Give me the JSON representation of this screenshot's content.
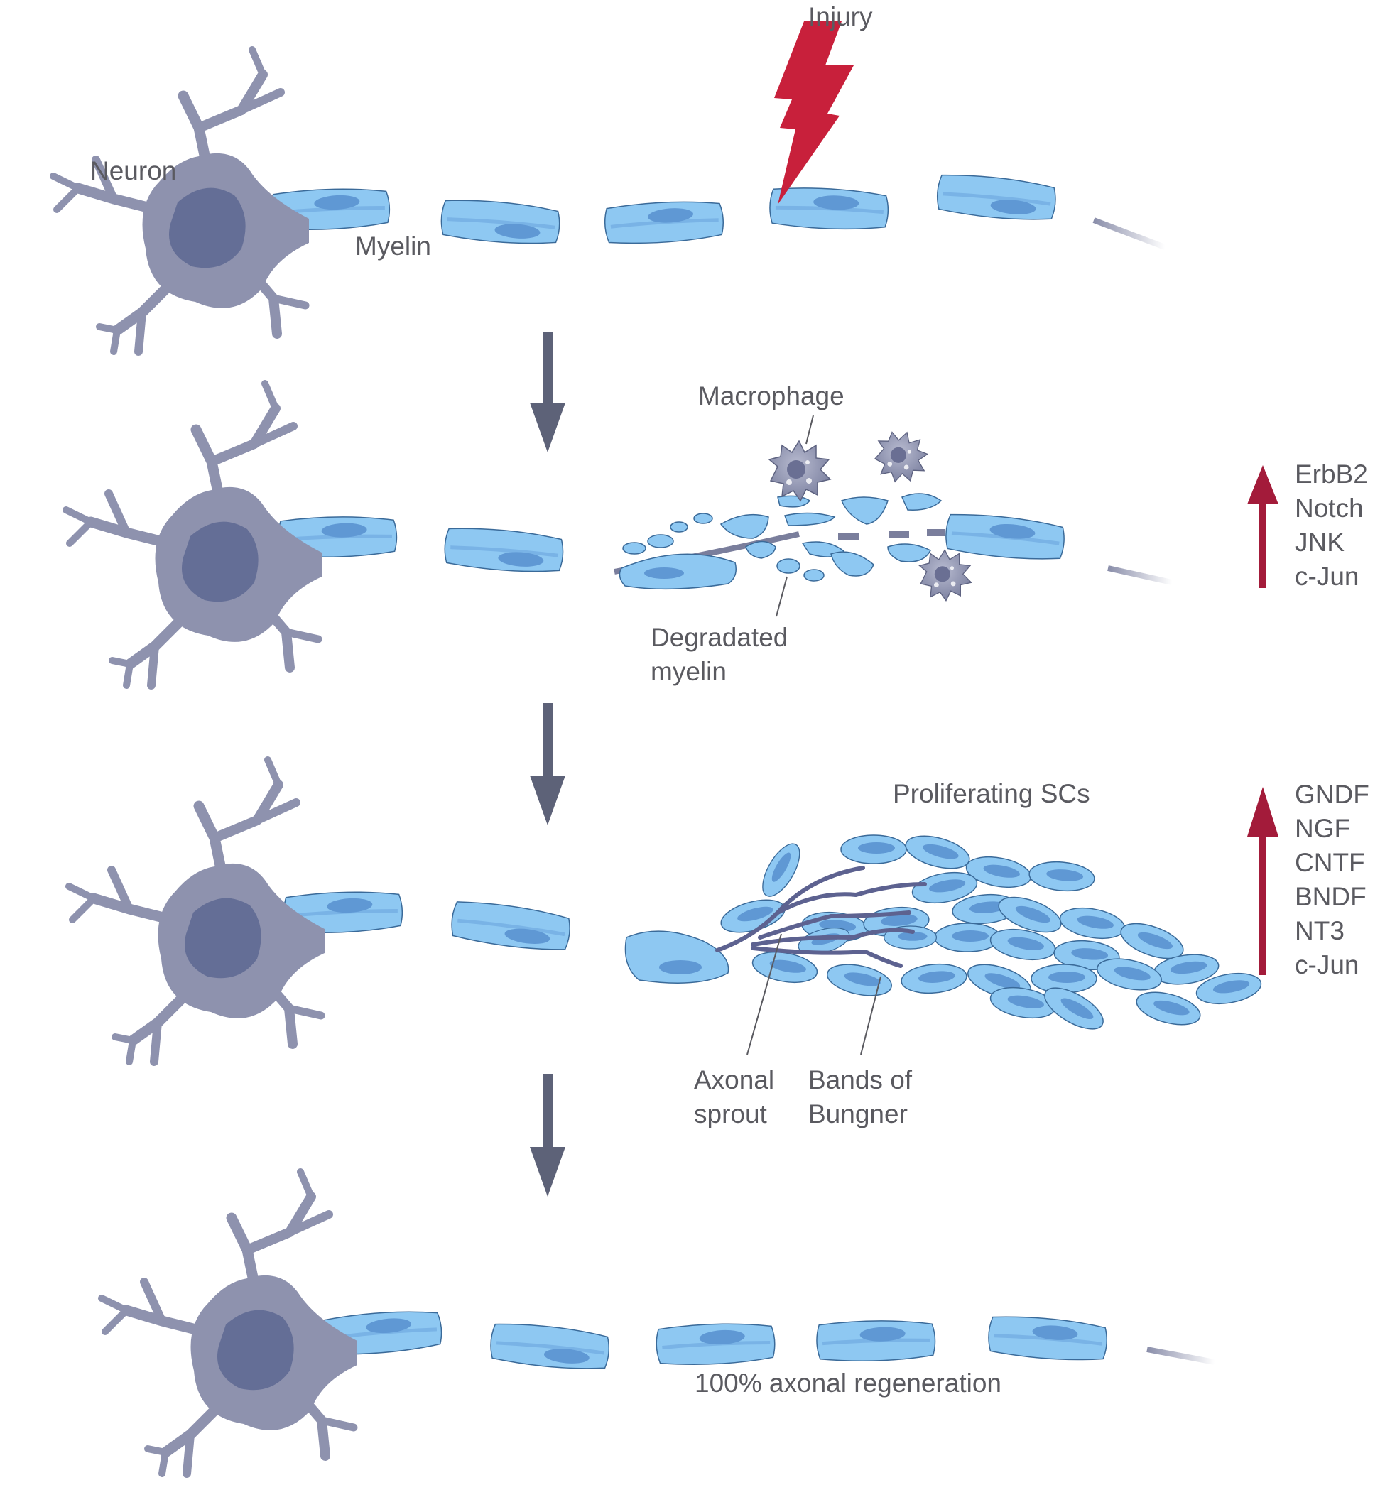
{
  "colors": {
    "neuron_body": "#8e92ae",
    "neuron_nucleus": "#646e96",
    "myelin_fill": "#8ec8f2",
    "myelin_stroke": "#3a6a99",
    "myelin_nucleus": "#5f98d4",
    "axon": "#7a7e9c",
    "flow_arrow": "#5d6278",
    "injury_bolt": "#c8203b",
    "upregulation_arrow": "#a31b3a",
    "macrophage": "#8e92ae",
    "label_text": "#5a5a60"
  },
  "labels": {
    "injury": "Injury",
    "neuron": "Neuron",
    "myelin": "Myelin",
    "macrophage": "Macrophage",
    "degraded_myelin_line1": "Degradated",
    "degraded_myelin_line2": "myelin",
    "proliferating_scs": "Proliferating SCs",
    "axonal_sprout_line1": "Axonal",
    "axonal_sprout_line2": "sprout",
    "bands_line1": "Bands of",
    "bands_line2": "Bungner",
    "regeneration": "100% axonal regeneration"
  },
  "markers_stage2": [
    "ErbB2",
    "Notch",
    "JNK",
    "c-Jun"
  ],
  "markers_stage3": [
    "GNDF",
    "NGF",
    "CNTF",
    "BNDF",
    "NT3",
    "c-Jun"
  ],
  "icons": {
    "injury": "lightning-bolt-icon",
    "stage_flow": "down-arrow-icon",
    "upregulation": "up-arrow-icon"
  }
}
